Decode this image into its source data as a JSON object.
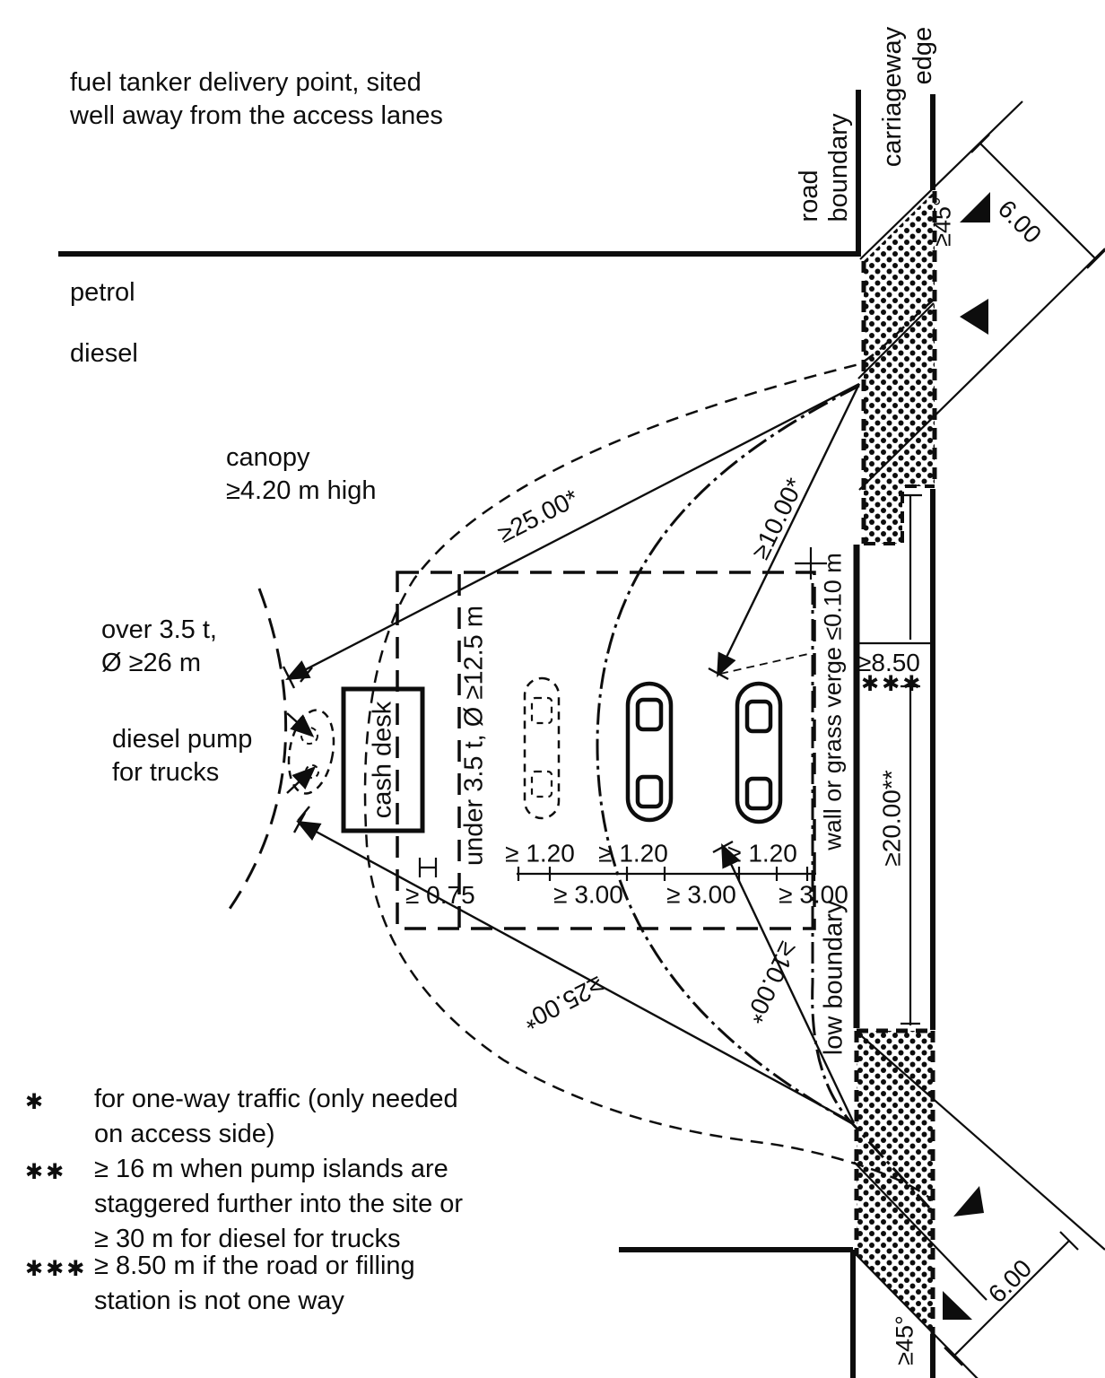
{
  "colors": {
    "ink": "#0d0d0d",
    "paper": "#ffffff"
  },
  "notes": {
    "fuel_tanker_line1": "fuel tanker delivery point, sited",
    "fuel_tanker_line2": "well away from the access lanes",
    "petrol": "petrol",
    "diesel": "diesel",
    "canopy_line1": "canopy",
    "canopy_line2": "≥4.20 m high",
    "over35_line1": "over 3.5 t,",
    "over35_line2": "Ø ≥26 m",
    "diesel_pump_line1": "diesel pump",
    "diesel_pump_line2": "for trucks",
    "cash_desk": "cash desk",
    "under35": "under 3.5 t, Ø ≥12.5 m",
    "wall_verge": "wall or grass verge ≤0.10 m",
    "low_boundary": "low boundary",
    "road_boundary_line1": "road",
    "road_boundary_line2": "boundary",
    "carriageway_line1": "carriageway",
    "carriageway_line2": "edge"
  },
  "dims": {
    "d25": "≥25.00*",
    "d10": "≥10.00*",
    "d120": "≥ 1.20",
    "d300": "≥ 3.00",
    "d075": "≥ 0.75",
    "d850": "≥8.50",
    "d850_marker": "✱✱✱",
    "d2000": "≥20.00**",
    "d600": "6.00",
    "d45": "≥45°"
  },
  "footnotes": [
    {
      "marker": "✱",
      "lines": [
        "for one-way traffic (only needed",
        "on access side)"
      ]
    },
    {
      "marker": "✱✱",
      "lines": [
        "≥ 16 m when pump islands are",
        "staggered further into the site or",
        "≥ 30 m for diesel for trucks"
      ]
    },
    {
      "marker": "✱✱✱",
      "lines": [
        "≥ 8.50 m if the road or filling",
        "station is not one way"
      ]
    }
  ]
}
